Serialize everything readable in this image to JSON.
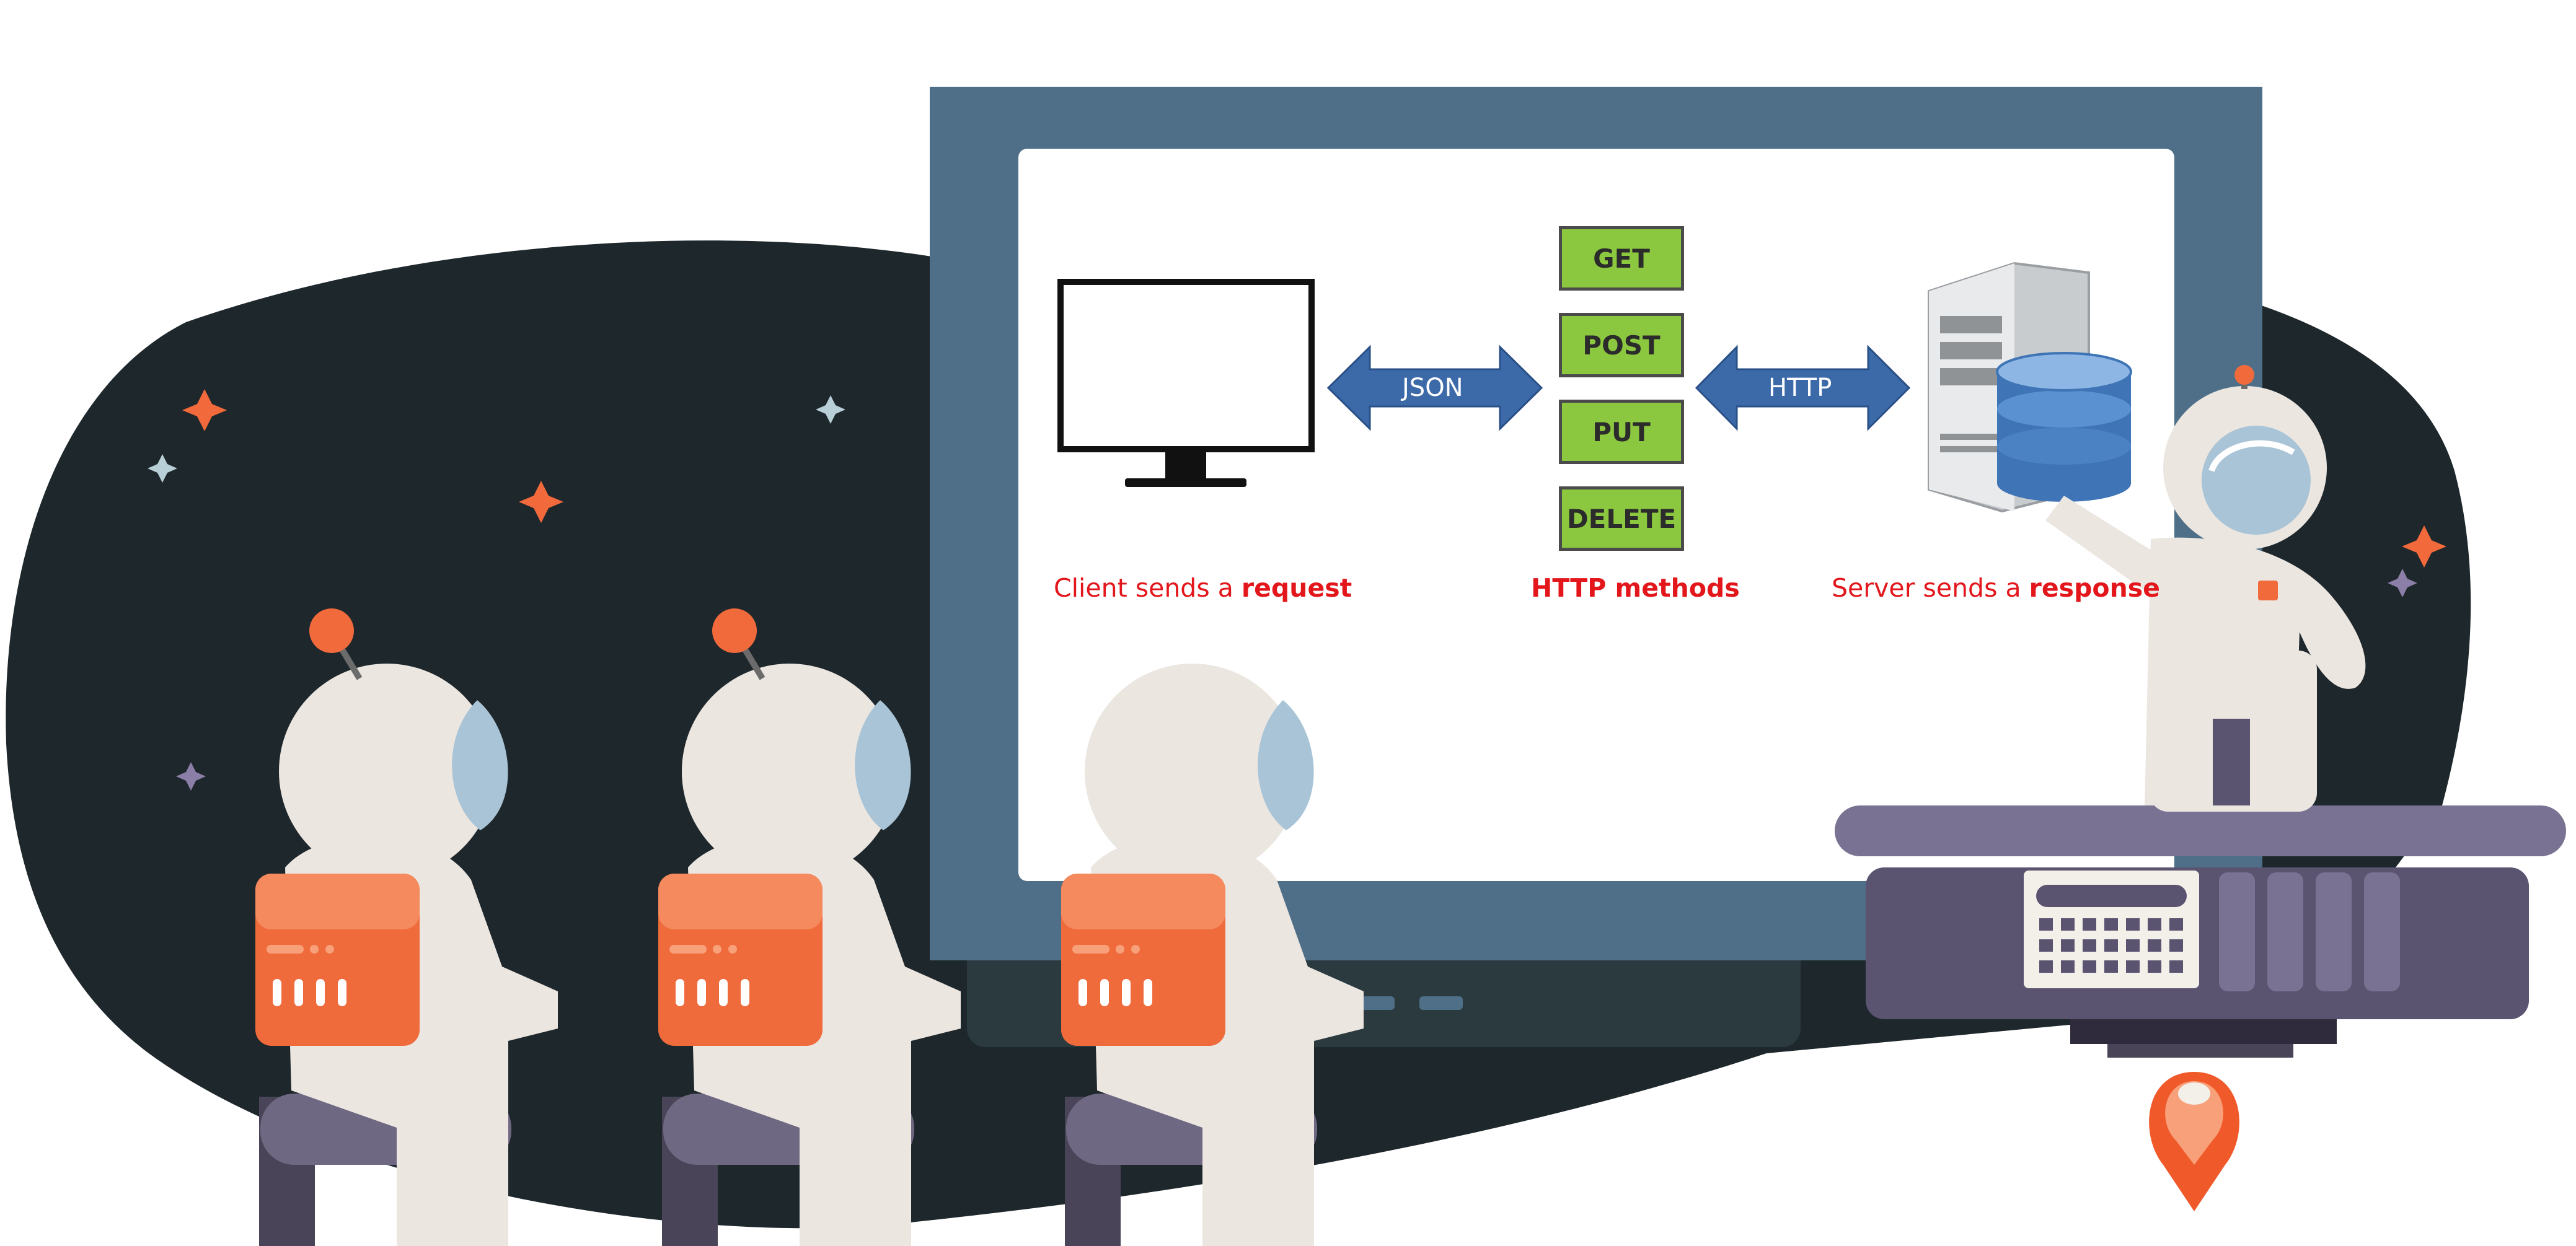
{
  "diagram": {
    "methods": [
      "GET",
      "POST",
      "PUT",
      "DELETE"
    ],
    "left_arrow_label": "JSON",
    "right_arrow_label": "HTTP",
    "client_caption": {
      "prefix": "Client sends a ",
      "bold": "request"
    },
    "methods_caption": "HTTP methods",
    "server_caption": {
      "prefix": "Server sends a ",
      "bold": "response"
    }
  },
  "colors": {
    "background_blob": "#1e272b",
    "screen_frame": "#4e6f87",
    "screen": "#ffffff",
    "method_box": "#8cc83f",
    "arrow": "#3c6aa8",
    "caption": "#e3161b",
    "astronaut_suit": "#ece6e1",
    "backpack": "#f06b3c",
    "seat": "#6f6882",
    "podium": "#5a5470",
    "accent": "#f16a3c"
  },
  "icons": [
    "monitor-icon",
    "server-tower-icon",
    "database-icon",
    "sparkle-icon",
    "location-pin-icon"
  ]
}
